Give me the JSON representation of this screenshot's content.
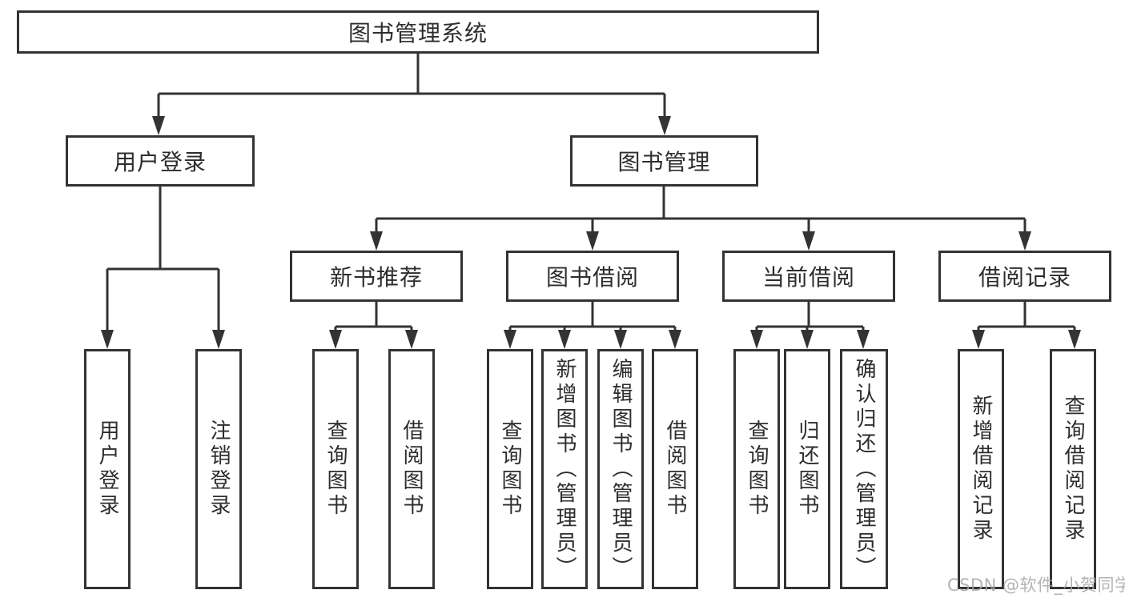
{
  "diagram": {
    "root": {
      "label": "图书管理系统"
    },
    "branches": [
      {
        "label": "用户登录",
        "children": [
          {
            "label": "用户登录"
          },
          {
            "label": "注销登录"
          }
        ]
      },
      {
        "label": "图书管理",
        "children": [
          {
            "label": "新书推荐",
            "children": [
              {
                "label": "查询图书"
              },
              {
                "label": "借阅图书"
              }
            ]
          },
          {
            "label": "图书借阅",
            "children": [
              {
                "label": "查询图书"
              },
              {
                "label": "新增图书（管理员）"
              },
              {
                "label": "编辑图书（管理员）"
              },
              {
                "label": "借阅图书"
              }
            ]
          },
          {
            "label": "当前借阅",
            "children": [
              {
                "label": "查询图书"
              },
              {
                "label": "归还图书"
              },
              {
                "label": "确认归还（管理员）"
              }
            ]
          },
          {
            "label": "借阅记录",
            "children": [
              {
                "label": "新增借阅记录"
              },
              {
                "label": "查询借阅记录"
              }
            ]
          }
        ]
      }
    ],
    "watermark": "CSDN @软件_小贺同学",
    "colors": {
      "line": "#333333",
      "text": "#2d2d2d",
      "watermark": "#a6a6a6",
      "background": "#ffffff"
    }
  }
}
